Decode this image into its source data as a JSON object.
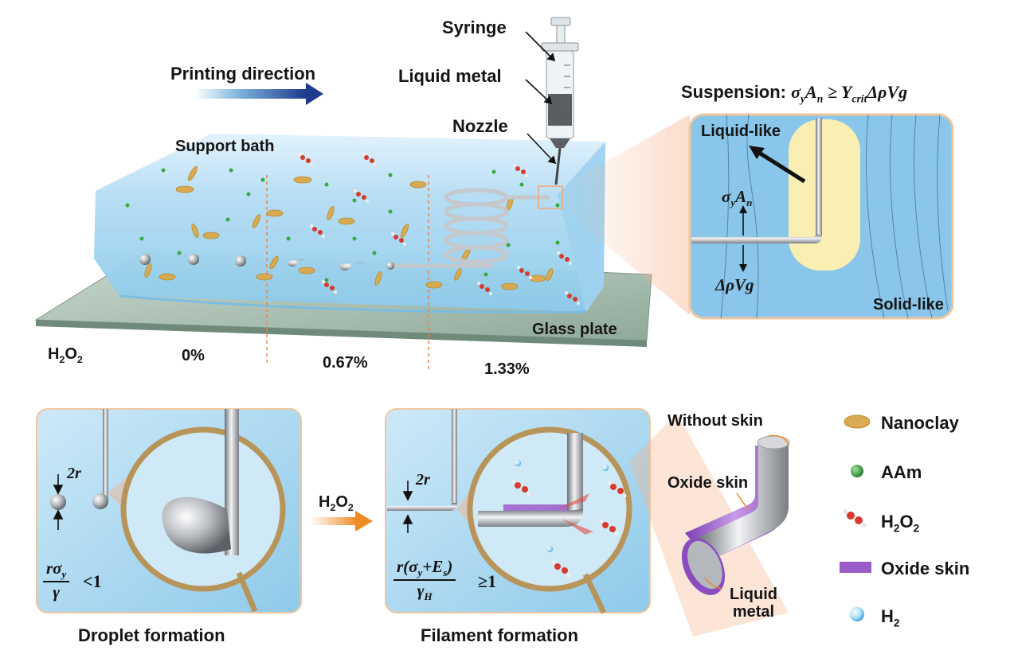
{
  "top": {
    "labels": {
      "syringe": "Syringe",
      "liquid_metal": "Liquid metal",
      "nozzle": "Nozzle",
      "printing_direction": "Printing direction",
      "support_bath": "Support bath",
      "glass_plate": "Glass plate"
    },
    "h2o2_row": {
      "label_base": "H",
      "label_sub1": "2",
      "label_mid": "O",
      "label_sub2": "2",
      "zones": [
        "0%",
        "0.67%",
        "1.33%"
      ]
    }
  },
  "inset": {
    "title_prefix": "Suspension: ",
    "equation": {
      "lhs": "σ",
      "lhs_sub": "y",
      "lhs2": "A",
      "lhs2_sub": "n",
      "rel": " ≥ ",
      "rhs": "Y",
      "rhs_sub": "crit",
      "rhs2": "ΔρVg"
    },
    "liquid_like": "Liquid-like",
    "solid_like": "Solid-like",
    "force_up": {
      "a": "σ",
      "a_sub": "y",
      "b": "A",
      "b_sub": "n"
    },
    "force_down": "ΔρVg"
  },
  "bottom_left": {
    "radius_label": "2r",
    "fraction_num": "rσ",
    "fraction_num_sub": "y",
    "fraction_den": "γ",
    "relation": "<1",
    "caption": "Droplet formation"
  },
  "arrow": {
    "label_base": "H",
    "sub1": "2",
    "mid": "O",
    "sub2": "2"
  },
  "bottom_middle": {
    "radius_label": "2r",
    "fraction_num": "r(σ",
    "fraction_num_sub": "y",
    "fraction_num_rest": "+E",
    "fraction_num_sub2": "s",
    "fraction_num_close": ")",
    "fraction_den": "γ",
    "fraction_den_sub": "H",
    "relation": "≥1",
    "caption": "Filament formation"
  },
  "wire": {
    "without_skin": "Without skin",
    "oxide_skin": "Oxide skin",
    "liquid_metal_l1": "Liquid",
    "liquid_metal_l2": "metal"
  },
  "legend": [
    {
      "label": "Nanoclay",
      "icon": "nanoclay-disk",
      "color": "#d8ab52"
    },
    {
      "label": "AAm",
      "icon": "green-sphere",
      "color": "#2f9a3a"
    },
    {
      "label_base": "H",
      "sub1": "2",
      "mid": "O",
      "sub2": "2",
      "icon": "h2o2-molecule",
      "color": "#d83a2c"
    },
    {
      "label": "Oxide skin",
      "icon": "purple-bar",
      "color": "#9b5cc8"
    },
    {
      "label_base": "H",
      "sub1": "2",
      "icon": "bubble",
      "color": "#6cc2ee"
    }
  ]
}
